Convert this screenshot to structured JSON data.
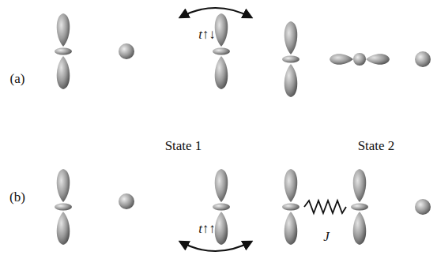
{
  "diagram": {
    "labels": [
      "(a)",
      "t↑↓",
      "State 1",
      "State 2",
      "(b)",
      "t↑↑",
      "J"
    ]
  }
}
